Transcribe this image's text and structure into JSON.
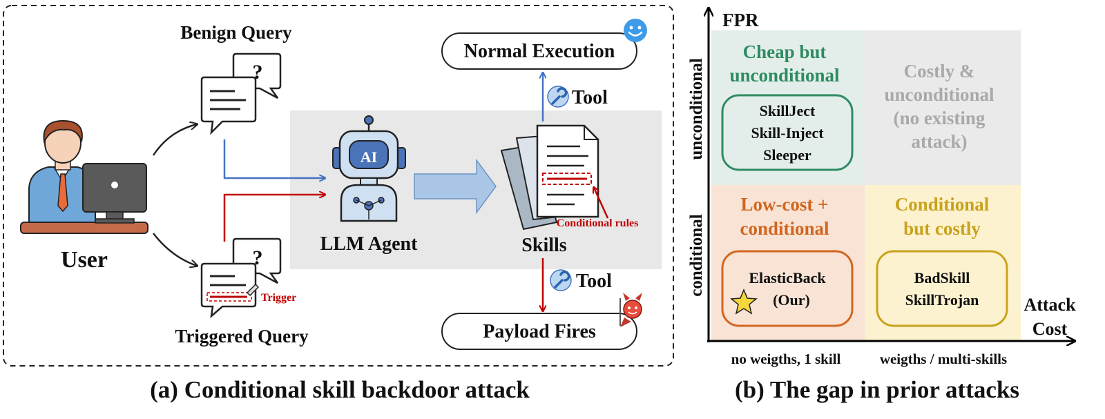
{
  "panel_a": {
    "caption": "(a)  Conditional skill backdoor attack",
    "user_label": "User",
    "benign_query": "Benign Query",
    "triggered_query": "Triggered Query",
    "trigger_tag": "Trigger",
    "agent_label": "LLM Agent",
    "agent_badge": "AI",
    "skills_label": "Skills",
    "conditional_rules": "Conditional rules",
    "tool_top": "Tool",
    "tool_bottom": "Tool",
    "normal_execution": "Normal Execution",
    "payload_fires": "Payload Fires",
    "query_glyph": "?"
  },
  "panel_b": {
    "caption": "(b) The gap in prior attacks",
    "y_axis": "FPR",
    "x_axis_line1": "Attack",
    "x_axis_line2": "Cost",
    "y_ticks": [
      "unconditional",
      "conditional"
    ],
    "x_ticks": [
      "no weigths, 1 skill",
      "weigths / multi-skills"
    ],
    "quadrants": {
      "top_left": {
        "title": [
          "Cheap but",
          "unconditional"
        ],
        "items": [
          "SkillJect",
          "Skill-Inject",
          "Sleeper"
        ],
        "color": "#2e8b62",
        "bg": "#e3eeea"
      },
      "top_right": {
        "title": [
          "Costly &",
          "unconditional",
          "(no existing",
          "attack)"
        ],
        "color": "#a9a9a9",
        "bg": "#eaeaea"
      },
      "bottom_left": {
        "title": [
          "Low-cost +",
          "conditional"
        ],
        "items": [
          "ElasticBack",
          "(Our)"
        ],
        "color": "#d1661f",
        "bg": "#f9e3d5"
      },
      "bottom_right": {
        "title": [
          "Conditional",
          "but costly"
        ],
        "items": [
          "BadSkill",
          "SkillTrojan"
        ],
        "color": "#c9a21c",
        "bg": "#fdf2cf"
      }
    }
  },
  "colors": {
    "benign_arrow": "#4472c4",
    "trigger_arrow": "#c00000",
    "panel_gray": "#e8e8e8"
  }
}
